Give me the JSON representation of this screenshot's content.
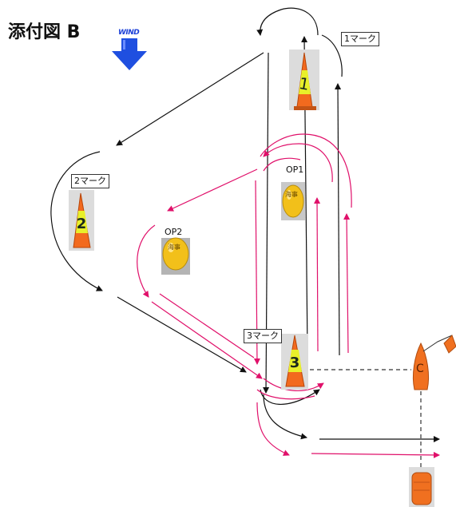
{
  "title": "添付図 B",
  "wind": {
    "label": "WIND",
    "arrow_color": "#1f4fe0"
  },
  "marks": [
    {
      "id": "mark1",
      "label": "1マーク",
      "number": "1"
    },
    {
      "id": "mark2",
      "label": "2マーク",
      "number": "2"
    },
    {
      "id": "mark3",
      "label": "3マーク",
      "number": "3"
    }
  ],
  "offset_buoys": [
    {
      "id": "op1",
      "label": "OP1",
      "text": "海事"
    },
    {
      "id": "op2",
      "label": "OP2",
      "text": "海事"
    }
  ],
  "committee_boat": {
    "letter": "C",
    "color": "#f07020"
  },
  "colors": {
    "black_course": "#111111",
    "magenta_course": "#e0106a",
    "cone_orange": "#f26a1e",
    "cone_yellow": "#e8f02a",
    "buoy_yellow": "#f2c01a"
  }
}
